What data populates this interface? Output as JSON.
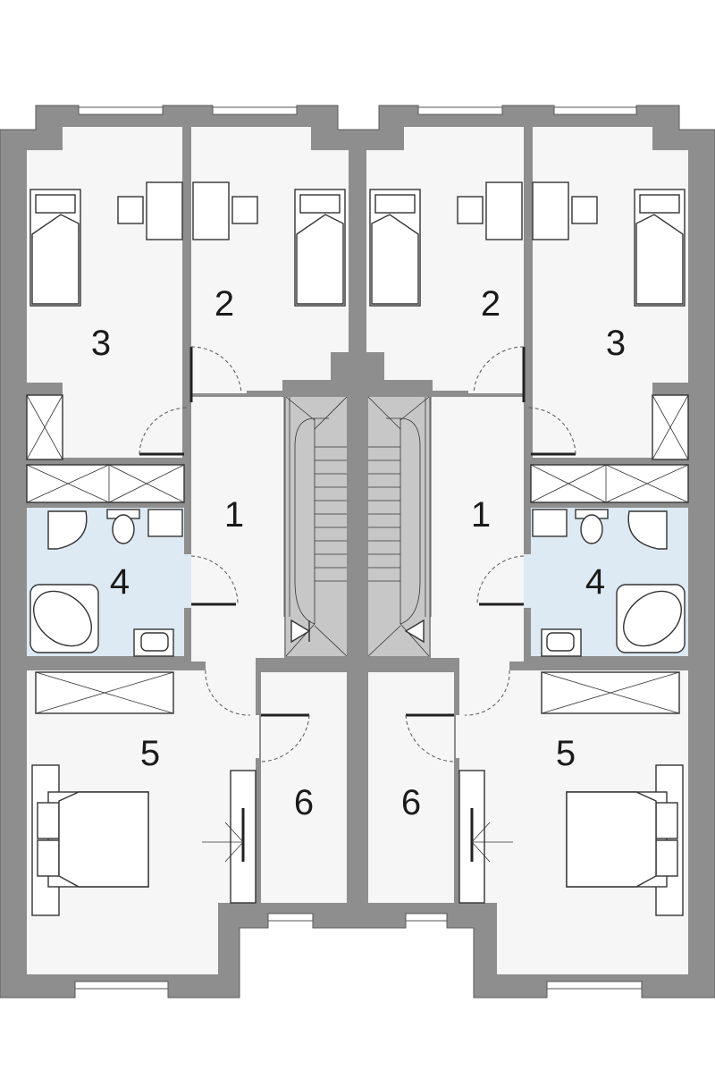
{
  "diagram": {
    "type": "floor-plan",
    "colors": {
      "wall": "#8e8e8e",
      "floor": "#f6f6f6",
      "bathroom": "#dde9f3",
      "staircase": "#c7c7c7",
      "line": "#333333"
    },
    "units": [
      {
        "side": "left",
        "rooms": [
          {
            "number": "1",
            "kind": "hall"
          },
          {
            "number": "2",
            "kind": "bedroom"
          },
          {
            "number": "3",
            "kind": "bedroom"
          },
          {
            "number": "4",
            "kind": "bathroom"
          },
          {
            "number": "5",
            "kind": "bedroom"
          },
          {
            "number": "6",
            "kind": "wardrobe"
          }
        ]
      },
      {
        "side": "right",
        "rooms": [
          {
            "number": "1",
            "kind": "hall"
          },
          {
            "number": "2",
            "kind": "bedroom"
          },
          {
            "number": "3",
            "kind": "bedroom"
          },
          {
            "number": "4",
            "kind": "bathroom"
          },
          {
            "number": "5",
            "kind": "bedroom"
          },
          {
            "number": "6",
            "kind": "wardrobe"
          }
        ]
      }
    ]
  }
}
